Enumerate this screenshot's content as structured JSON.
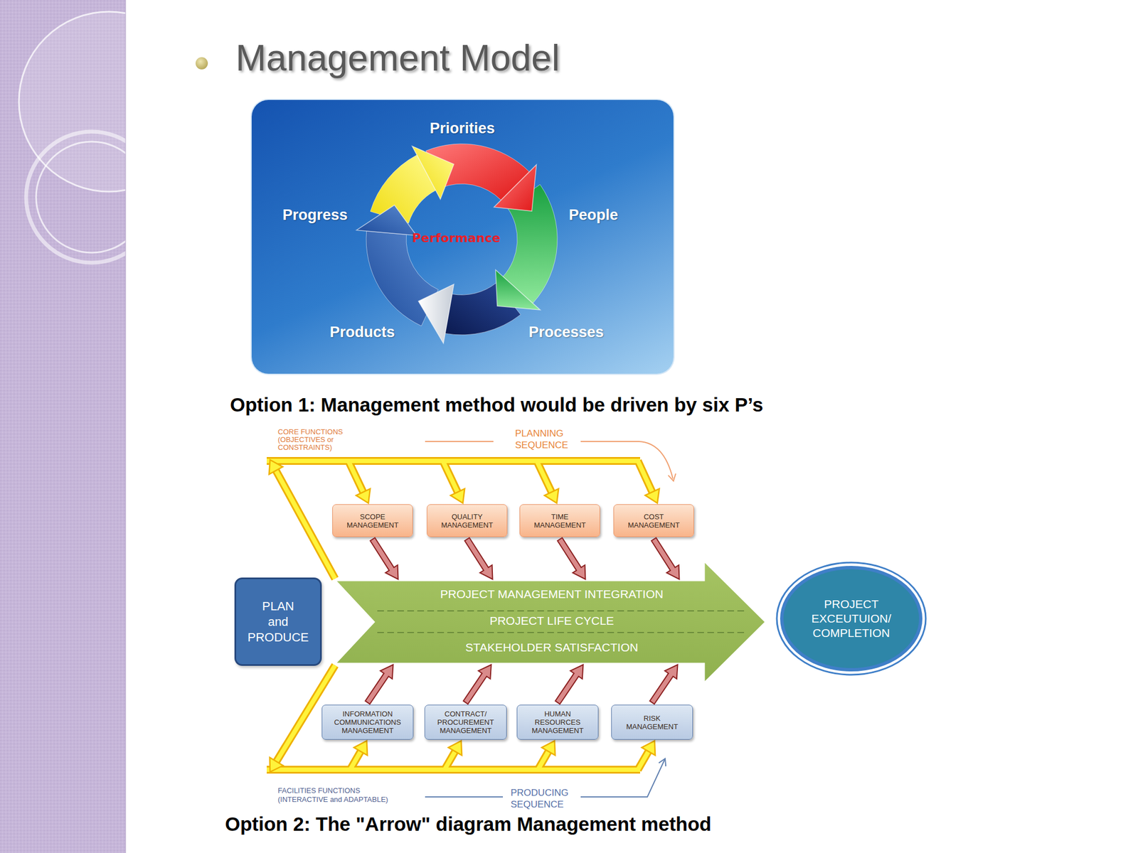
{
  "diagram": {
    "title": "Management Model",
    "nodes": [
      {
        "text": [
          "Priorities",
          "Progress",
          "People",
          "Performance",
          "Products",
          "Processes"
        ]
      },
      {
        "text": [
          "SCOPE MANAGEMENT"
        ]
      },
      {
        "text": [
          "QUALITY MANAGEMENT"
        ]
      },
      {
        "text": [
          "TIME MANAGEMENT"
        ]
      },
      {
        "text": [
          "COST MANAGEMENT"
        ]
      },
      {
        "text": [
          "PLAN and PRODUCE"
        ]
      },
      {
        "text": [
          "PROJECT MANAGEMENT INTEGRATION",
          "PROJECT LIFE CYCLE",
          "STAKEHOLDER SATISFACTION"
        ]
      },
      {
        "text": [
          "PROJECT EXCEUTUION/ COMPLETION"
        ]
      },
      {
        "text": [
          "INFORMATION COMMUNICATIONS MANAGEMENT"
        ]
      },
      {
        "text": [
          "CONTRACT/ PROCUREMENT MANAGEMENT"
        ]
      },
      {
        "text": [
          "HUMAN RESOURCES MANAGEMENT"
        ]
      },
      {
        "text": [
          "RISK MANAGEMENT"
        ]
      }
    ],
    "edges": [
      {
        "from": 1,
        "to": 6,
        "arrow": "to"
      },
      {
        "from": 2,
        "to": 6,
        "arrow": "to"
      },
      {
        "from": 3,
        "to": 6,
        "arrow": "to"
      },
      {
        "from": 4,
        "to": 6,
        "arrow": "to"
      },
      {
        "from": 8,
        "to": 6,
        "arrow": "to"
      },
      {
        "from": 9,
        "to": 6,
        "arrow": "to"
      },
      {
        "from": 10,
        "to": 6,
        "arrow": "to"
      },
      {
        "from": 11,
        "to": 6,
        "arrow": "to"
      }
    ],
    "labels": [
      "Option 1: Management method would be driven by six P’s",
      "CORE FUNCTIONS (OBJECTIVES or CONSTRAINTS)",
      "PLANNING SEQUENCE",
      "FACILITIES FUNCTIONS (INTERACTIVE and ADAPTABLE)",
      "PRODUCING SEQUENCE",
      "Option 2: The \"Arrow\" diagram Management method"
    ]
  }
}
